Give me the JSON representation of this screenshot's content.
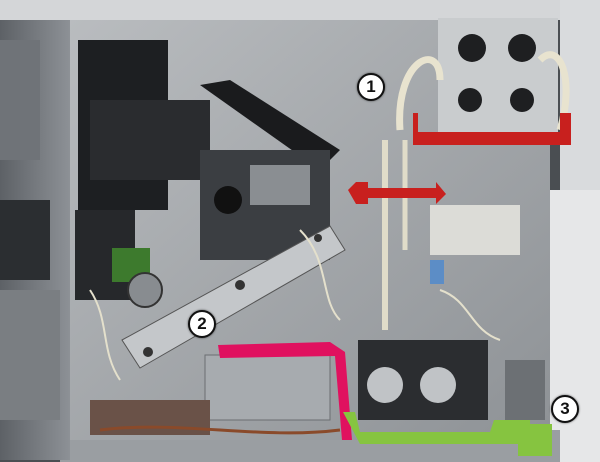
{
  "callouts": [
    {
      "label": "1"
    },
    {
      "label": "2"
    },
    {
      "label": "3"
    }
  ],
  "highlight_colors": {
    "red": "#c8201e",
    "pink": "#e0115f",
    "green": "#86c440"
  }
}
